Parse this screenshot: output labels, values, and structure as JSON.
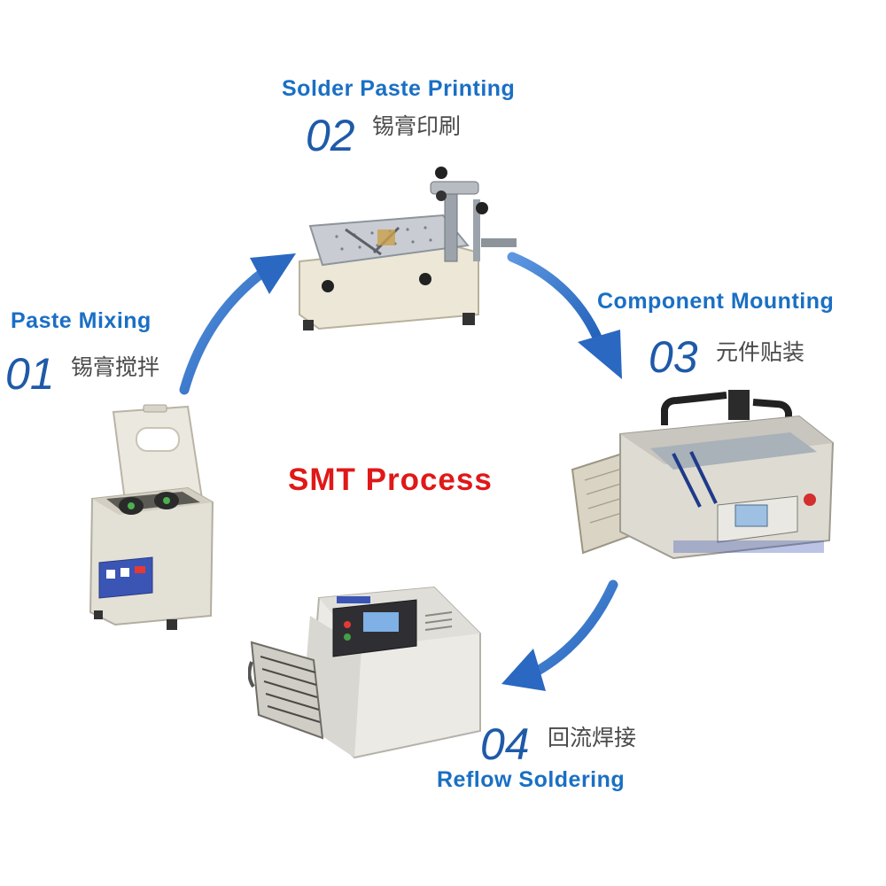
{
  "diagram": {
    "center_title": "SMT Process",
    "steps": [
      {
        "number": "01",
        "title": "Paste Mixing",
        "cn_label": "锡膏搅拌"
      },
      {
        "number": "02",
        "title": "Solder Paste Printing",
        "cn_label": "锡膏印刷"
      },
      {
        "number": "03",
        "title": "Component Mounting",
        "cn_label": "元件贴装"
      },
      {
        "number": "04",
        "title": "Reflow Soldering",
        "cn_label": "回流焊接"
      }
    ]
  },
  "colors": {
    "title_blue": "#1a6fc4",
    "number_blue": "#1e5aa8",
    "label_gray": "#4a4a4a",
    "center_red": "#e01818",
    "arrow_blue": "#2f6fc6",
    "machine_body": "#e7e4db",
    "machine_panel": "#3b55b5"
  },
  "icons": [
    "paste-mixer-machine",
    "stencil-printer-machine",
    "pick-and-place-machine",
    "reflow-oven-machine",
    "flow-arrow"
  ]
}
